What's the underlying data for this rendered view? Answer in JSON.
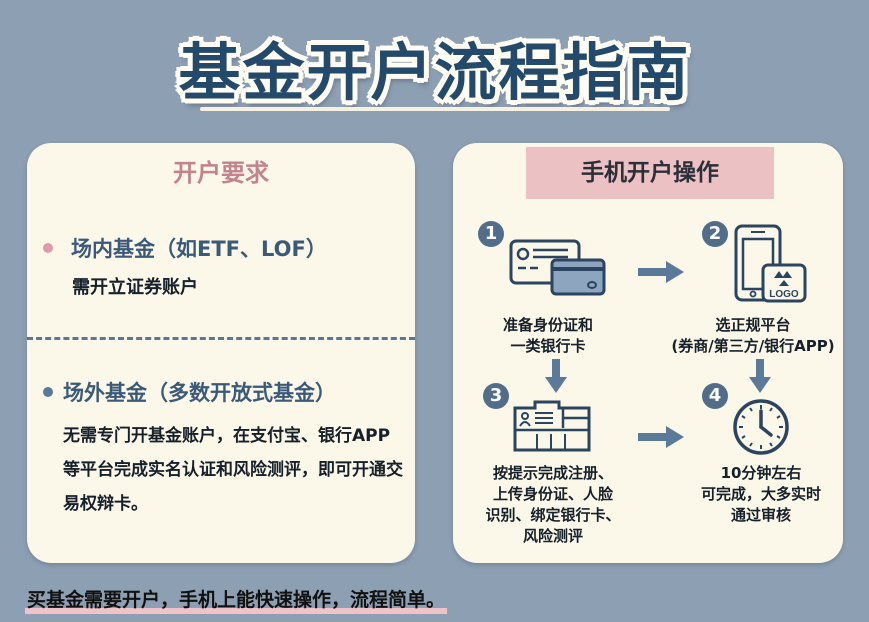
{
  "title": "基金开户流程指南",
  "colors": {
    "background": "#8d9fb2",
    "card": "#fbf7e9",
    "navy": "#244a6b",
    "pink_heading": "#c2838f",
    "pink_bar": "#ecc1c4",
    "step_badge": "#526d8a"
  },
  "left_card": {
    "heading": "开户要求",
    "items": [
      {
        "title": "场内基金（如ETF、LOF）",
        "description": "需开立证券账户"
      },
      {
        "title": "场外基金（多数开放式基金）",
        "description": "无需专门开基金账户，在支付宝、银行APP等平台完成实名认证和风险测评，即可开通交易权辩卡。"
      }
    ]
  },
  "right_card": {
    "heading": "手机开户操作",
    "steps": [
      {
        "number": "1",
        "icon": "id-and-bank-card-icon",
        "text_lines": [
          "准备身份证和",
          "一类银行卡"
        ]
      },
      {
        "number": "2",
        "icon": "phone-app-logo-icon",
        "logo_text": "LOGO",
        "text_lines": [
          "选正规平台",
          "(券商/第三方/银行APP)"
        ]
      },
      {
        "number": "3",
        "icon": "registration-form-icon",
        "text_lines": [
          "按提示完成注册、",
          "上传身份证、人脸",
          "识别、绑定银行卡、",
          "风险测评"
        ]
      },
      {
        "number": "4",
        "icon": "clock-icon",
        "text_lines": [
          "10分钟左右",
          "可完成，大多实时",
          "通过审核"
        ]
      }
    ]
  },
  "footer": "买基金需要开户，手机上能快速操作，流程简单。"
}
